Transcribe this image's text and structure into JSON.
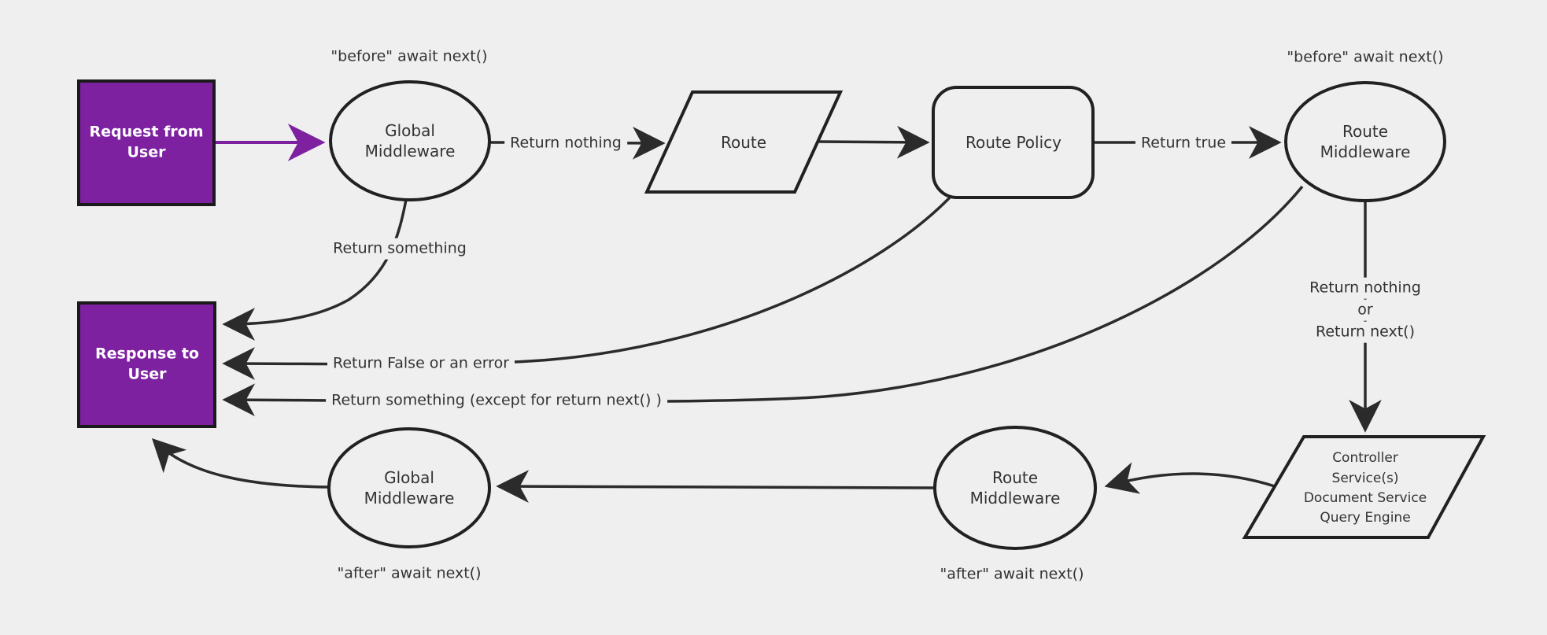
{
  "diagram": {
    "background_color": "#efefef",
    "accent_purple": "#7d21a0",
    "line_color": "#212121",
    "text_color": "#333333",
    "nodes": {
      "request": {
        "label": "Request from User",
        "shape": "rectangle"
      },
      "response": {
        "label": "Response to User",
        "shape": "rectangle"
      },
      "global_middleware_top": {
        "label": "Global Middleware",
        "shape": "ellipse"
      },
      "route": {
        "label": "Route",
        "shape": "parallelogram"
      },
      "route_policy": {
        "label": "Route Policy",
        "shape": "rounded-rectangle"
      },
      "route_middleware_top": {
        "label": "Route Middleware",
        "shape": "ellipse"
      },
      "controller": {
        "line1": "Controller",
        "line2": "Service(s)",
        "line3": "Document Service",
        "line4": "Query Engine",
        "shape": "parallelogram"
      },
      "route_middleware_bottom": {
        "label": "Route Middleware",
        "shape": "ellipse"
      },
      "global_middleware_bottom": {
        "label": "Global Middleware",
        "shape": "ellipse"
      }
    },
    "edge_labels": {
      "before_await_left": "\"before\" await next()",
      "before_await_right": "\"before\" await next()",
      "after_await_left": "\"after\" await next()",
      "after_await_right": "\"after\" await next()",
      "return_nothing": "Return nothing",
      "return_true": "Return true",
      "return_something": "Return something",
      "return_false_or_error": "Return False or an error",
      "return_something_except": "Return something (except for return next() )",
      "return_nothing_or_line1": "Return nothing",
      "return_nothing_or_line2": "or",
      "return_nothing_or_line3": "Return next()"
    }
  }
}
